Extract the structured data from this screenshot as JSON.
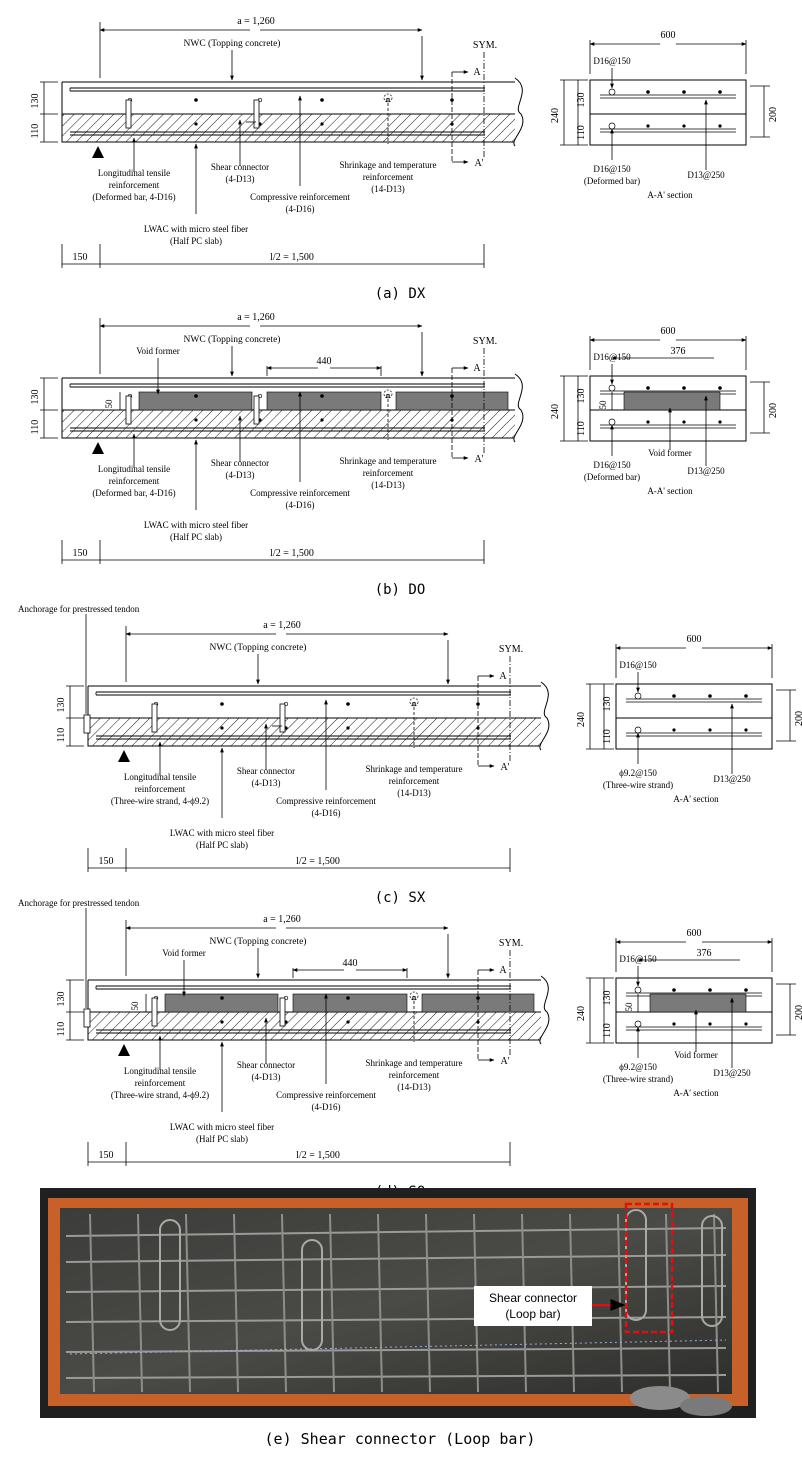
{
  "panels": [
    {
      "id": "a",
      "caption": "(a) DX",
      "void": false,
      "strand": false,
      "labels": {
        "a_dim": "a = 1,260",
        "topping": "NWC (Topping concrete)",
        "sym": "SYM.",
        "sec_a": "A",
        "sec_a2": "A'",
        "long_rein_1": "Longitudinal tensile",
        "long_rein_2": "reinforcement",
        "long_rein_3": "(Deformed bar, 4-D16)",
        "shear_conn_1": "Shear connector",
        "shear_conn_2": "(4-D13)",
        "shrink_1": "Shrinkage and temperature",
        "shrink_2": "reinforcement",
        "shrink_3": "(14-D13)",
        "comp_1": "Compressive reinforcement",
        "comp_2": "(4-D16)",
        "lwac_1": "LWAC with micro steel fiber",
        "lwac_2": "(Half PC slab)",
        "dim_150": "150",
        "dim_half": "l/2 = 1,500",
        "dim_130": "130",
        "dim_110": "110",
        "sec_600": "600",
        "sec_240": "240",
        "sec_200": "200",
        "sec_130": "130",
        "sec_110": "110",
        "sec_top_bar": "D16@150",
        "sec_bot_bar_1": "D16@150",
        "sec_bot_bar_2": "(Deformed bar)",
        "sec_d13": "D13@250",
        "sec_title": "A-A' section"
      }
    },
    {
      "id": "b",
      "caption": "(b) DO",
      "void": true,
      "strand": false,
      "labels": {
        "a_dim": "a = 1,260",
        "topping": "NWC (Topping concrete)",
        "void_former": "Void former",
        "dim_440": "440",
        "dim_50": "50",
        "sym": "SYM.",
        "sec_a": "A",
        "sec_a2": "A'",
        "long_rein_1": "Longitudinal tensile",
        "long_rein_2": "reinforcement",
        "long_rein_3": "(Deformed bar, 4-D16)",
        "shear_conn_1": "Shear connector",
        "shear_conn_2": "(4-D13)",
        "shrink_1": "Shrinkage and temperature",
        "shrink_2": "reinforcement",
        "shrink_3": "(14-D13)",
        "comp_1": "Compressive reinforcement",
        "comp_2": "(4-D16)",
        "lwac_1": "LWAC with micro steel fiber",
        "lwac_2": "(Half PC slab)",
        "dim_150": "150",
        "dim_half": "l/2 = 1,500",
        "dim_130": "130",
        "dim_110": "110",
        "sec_600": "600",
        "sec_376": "376",
        "sec_240": "240",
        "sec_200": "200",
        "sec_130": "130",
        "sec_110": "110",
        "sec_50": "50",
        "sec_top_bar": "D16@150",
        "sec_void": "Void former",
        "sec_bot_bar_1": "D16@150",
        "sec_bot_bar_2": "(Deformed bar)",
        "sec_d13": "D13@250",
        "sec_title": "A-A' section"
      }
    },
    {
      "id": "c",
      "caption": "(c) SX",
      "void": false,
      "strand": true,
      "labels": {
        "anchorage": "Anchorage for prestressed tendon",
        "a_dim": "a = 1,260",
        "topping": "NWC (Topping concrete)",
        "sym": "SYM.",
        "sec_a": "A",
        "sec_a2": "A'",
        "long_rein_1": "Longitudinal tensile",
        "long_rein_2": "reinforcement",
        "long_rein_3": "(Three-wire strand, 4-ϕ9.2)",
        "shear_conn_1": "Shear connector",
        "shear_conn_2": "(4-D13)",
        "shrink_1": "Shrinkage and temperature",
        "shrink_2": "reinforcement",
        "shrink_3": "(14-D13)",
        "comp_1": "Compressive reinforcement",
        "comp_2": "(4-D16)",
        "lwac_1": "LWAC with micro steel fiber",
        "lwac_2": "(Half PC slab)",
        "dim_150": "150",
        "dim_half": "l/2 = 1,500",
        "dim_130": "130",
        "dim_110": "110",
        "sec_600": "600",
        "sec_240": "240",
        "sec_200": "200",
        "sec_130": "130",
        "sec_110": "110",
        "sec_top_bar": "D16@150",
        "sec_bot_bar_1": "ϕ9.2@150",
        "sec_bot_bar_2": "(Three-wire strand)",
        "sec_d13": "D13@250",
        "sec_title": "A-A' section"
      }
    },
    {
      "id": "d",
      "caption": "(d) SO",
      "void": true,
      "strand": true,
      "labels": {
        "anchorage": "Anchorage for prestressed tendon",
        "a_dim": "a = 1,260",
        "topping": "NWC (Topping concrete)",
        "void_former": "Void former",
        "dim_440": "440",
        "dim_50": "50",
        "sym": "SYM.",
        "sec_a": "A",
        "sec_a2": "A'",
        "long_rein_1": "Longitudinal tensile",
        "long_rein_2": "reinforcement",
        "long_rein_3": "(Three-wire strand, 4-ϕ9.2)",
        "shear_conn_1": "Shear connector",
        "shear_conn_2": "(4-D13)",
        "shrink_1": "Shrinkage and temperature",
        "shrink_2": "reinforcement",
        "shrink_3": "(14-D13)",
        "comp_1": "Compressive reinforcement",
        "comp_2": "(4-D16)",
        "lwac_1": "LWAC with micro steel fiber",
        "lwac_2": "(Half PC slab)",
        "dim_150": "150",
        "dim_half": "l/2 = 1,500",
        "dim_130": "130",
        "dim_110": "110",
        "sec_600": "600",
        "sec_376": "376",
        "sec_240": "240",
        "sec_200": "200",
        "sec_130": "130",
        "sec_110": "110",
        "sec_50": "50",
        "sec_top_bar": "D16@150",
        "sec_void": "Void former",
        "sec_bot_bar_1": "ϕ9.2@150",
        "sec_bot_bar_2": "(Three-wire strand)",
        "sec_d13": "D13@250",
        "sec_title": "A-A' section"
      }
    }
  ],
  "photo": {
    "label_1": "Shear connector",
    "label_2": "(Loop bar)",
    "caption": "(e) Shear connector (Loop bar)",
    "highlight_color": "#e01010",
    "frame_color": "#c8602a"
  }
}
